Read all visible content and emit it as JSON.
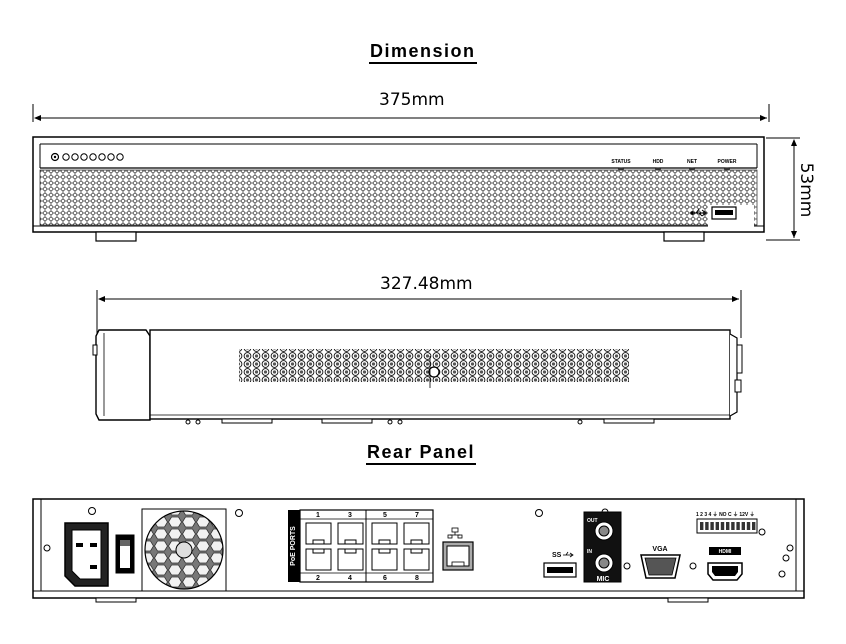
{
  "headings": {
    "dimension": "Dimension",
    "rear_panel": "Rear Panel"
  },
  "dimensions": {
    "width": "375mm",
    "height": "53mm",
    "depth": "327.48mm"
  },
  "front_panel": {
    "indicators": [
      "STATUS",
      "HDD",
      "NET",
      "POWER"
    ]
  },
  "rear_panel": {
    "poe_label": "PoE PORTS",
    "poe_top_numbers": [
      "1",
      "3",
      "5",
      "7"
    ],
    "poe_bottom_numbers": [
      "2",
      "4",
      "6",
      "8"
    ],
    "audio_out": "OUT",
    "audio_in": "IN",
    "mic": "MIC",
    "vga": "VGA",
    "usb": "SS",
    "hdmi": "HDMI",
    "alarm_terminals": "1 2 3 4 ⏚ NO C ⏚ 12V ⏚"
  }
}
